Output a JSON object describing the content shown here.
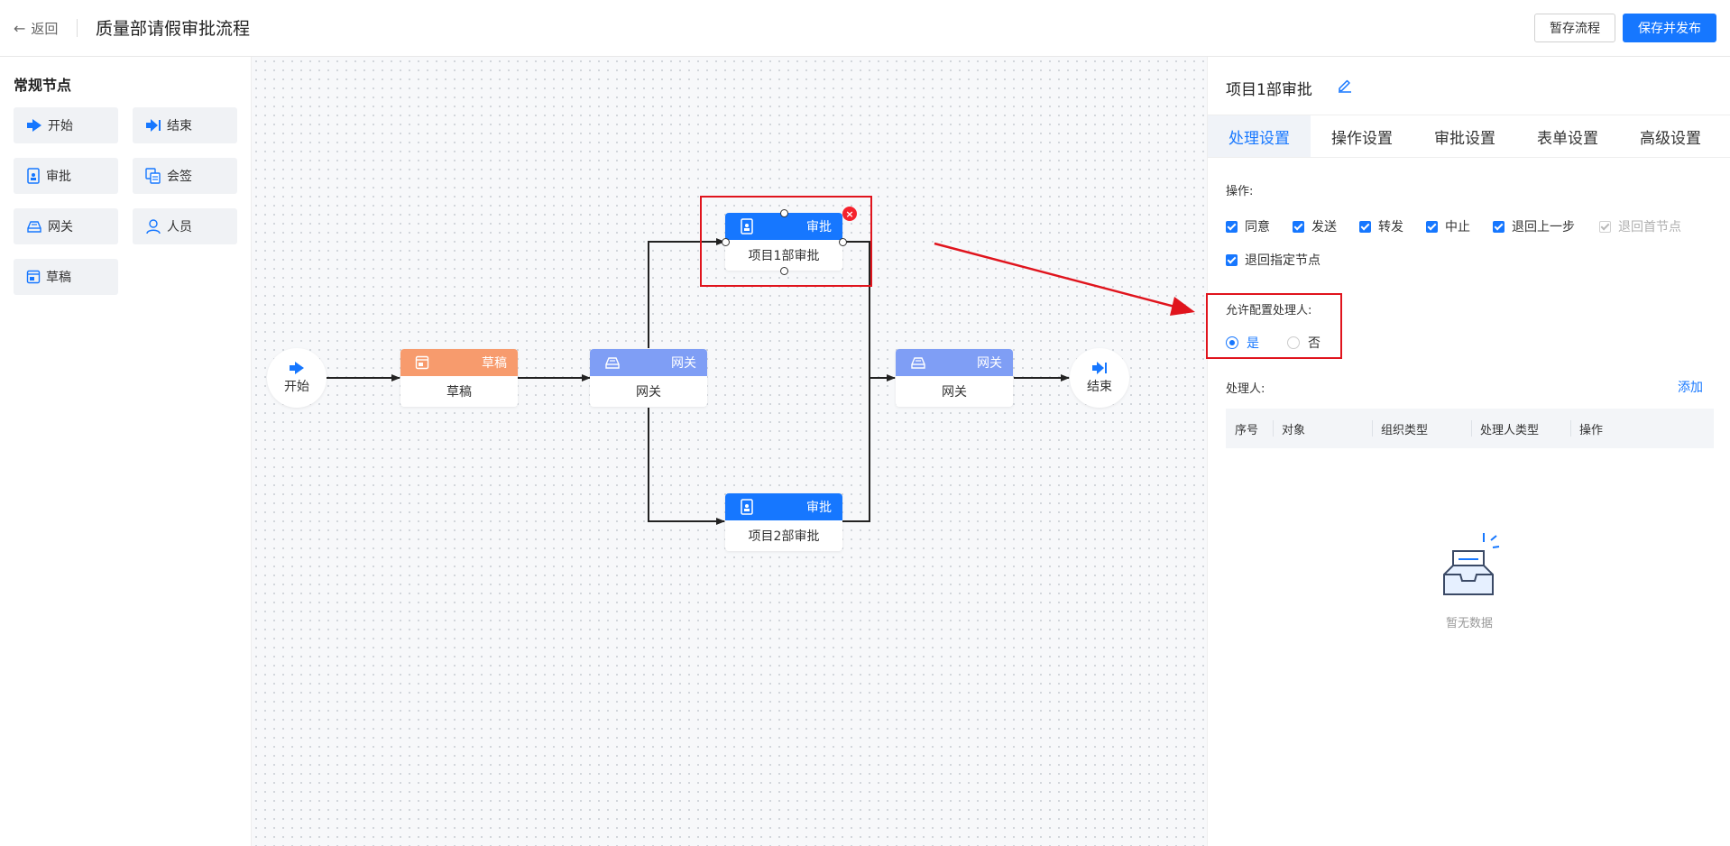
{
  "header": {
    "back_label": "返回",
    "title": "质量部请假审批流程",
    "save_draft_label": "暂存流程",
    "publish_label": "保存并发布"
  },
  "palette": {
    "title": "常规节点",
    "items": [
      {
        "label": "开始",
        "icon": "start-arrow-icon"
      },
      {
        "label": "结束",
        "icon": "end-arrow-icon"
      },
      {
        "label": "审批",
        "icon": "approval-doc-icon"
      },
      {
        "label": "会签",
        "icon": "countersign-icon"
      },
      {
        "label": "网关",
        "icon": "gateway-icon"
      },
      {
        "label": "人员",
        "icon": "person-icon"
      },
      {
        "label": "草稿",
        "icon": "draft-icon"
      }
    ]
  },
  "flow": {
    "start_label": "开始",
    "end_label": "结束",
    "draft": {
      "type": "草稿",
      "name": "草稿"
    },
    "gateway1": {
      "type": "网关",
      "name": "网关"
    },
    "approval1": {
      "type": "审批",
      "name": "项目1部审批"
    },
    "approval2": {
      "type": "审批",
      "name": "项目2部审批"
    },
    "gateway2": {
      "type": "网关",
      "name": "网关"
    },
    "delete_glyph": "×"
  },
  "colors": {
    "primary": "#1677ff",
    "approval_header": "#1677ff",
    "draft_header": "#f79b6d",
    "gateway_header": "#7f9ef5",
    "highlight": "#e0141d"
  },
  "panel": {
    "node_title": "项目1部审批",
    "tabs": [
      "处理设置",
      "操作设置",
      "审批设置",
      "表单设置",
      "高级设置"
    ],
    "active_tab": "处理设置",
    "ops_label": "操作:",
    "operations": [
      {
        "label": "同意",
        "checked": true,
        "disabled": false
      },
      {
        "label": "发送",
        "checked": true,
        "disabled": false
      },
      {
        "label": "转发",
        "checked": true,
        "disabled": false
      },
      {
        "label": "中止",
        "checked": true,
        "disabled": false
      },
      {
        "label": "退回上一步",
        "checked": true,
        "disabled": false
      },
      {
        "label": "退回首节点",
        "checked": true,
        "disabled": true
      },
      {
        "label": "退回指定节点",
        "checked": true,
        "disabled": false
      }
    ],
    "allow_config_label": "允许配置处理人:",
    "radio_yes": "是",
    "radio_no": "否",
    "radio_selected": "是",
    "handler_label": "处理人:",
    "add_label": "添加",
    "table_headers": [
      "序号",
      "对象",
      "组织类型",
      "处理人类型",
      "操作"
    ],
    "empty_text": "暂无数据"
  }
}
